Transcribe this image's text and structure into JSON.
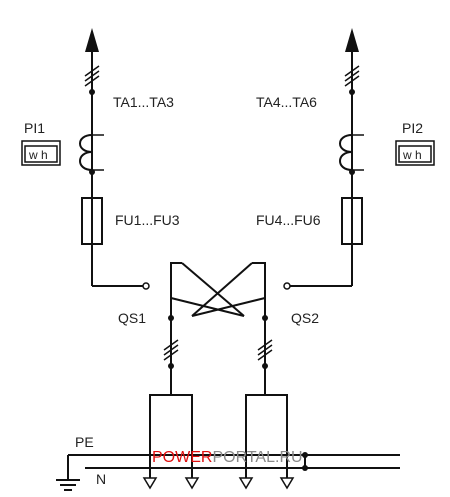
{
  "labels": {
    "ta_left": "TA1...TA3",
    "ta_right": "TA4...TA6",
    "pi_left": "PI1",
    "pi_right": "PI2",
    "meter_left": "w h",
    "meter_right": "w h",
    "fu_left": "FU1...FU3",
    "fu_right": "FU4...FU6",
    "qs_left": "QS1",
    "qs_right": "QS2",
    "pe": "PE",
    "n": "N"
  },
  "watermark": {
    "part1": "POWER",
    "part2": "PORTAL.RU"
  }
}
